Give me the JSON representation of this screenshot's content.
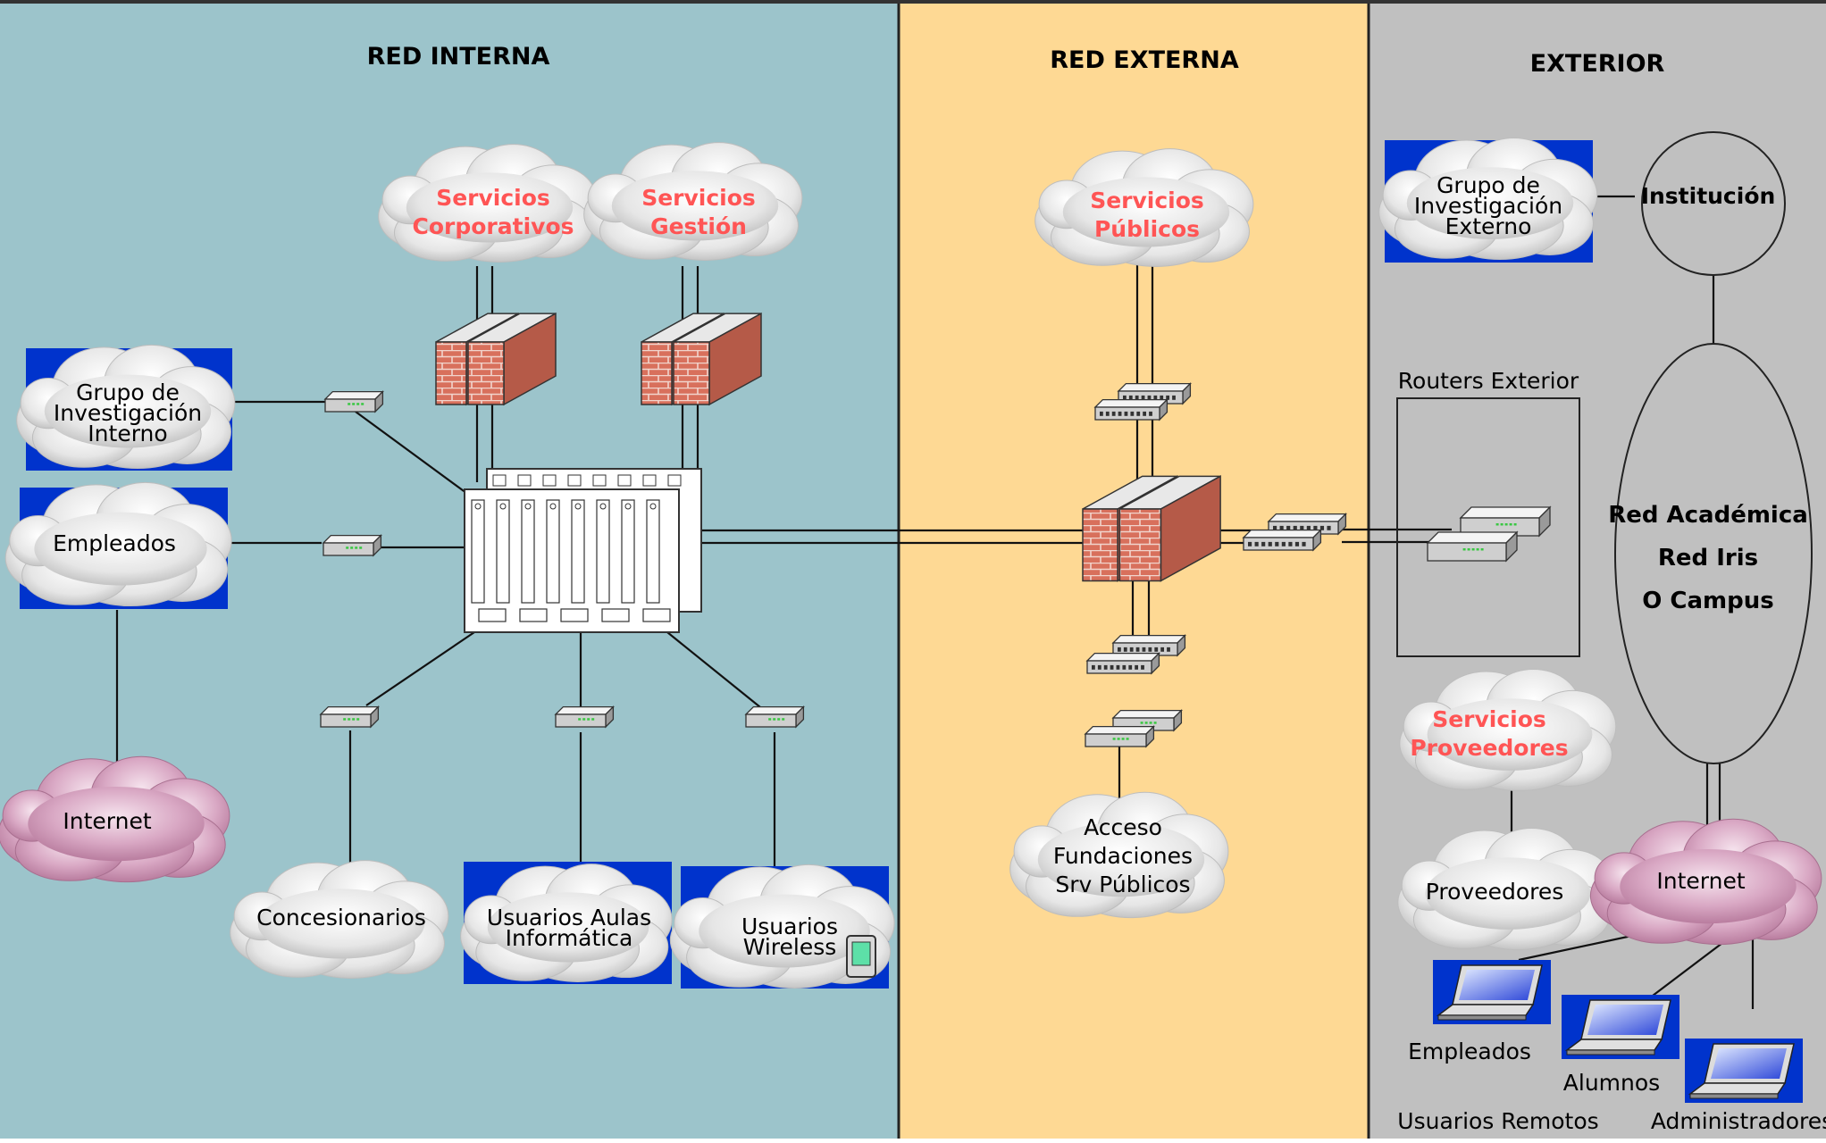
{
  "colors": {
    "internal_bg": "#9cc4cb",
    "external_bg": "#fed994",
    "exterior_bg": "#c0c0c0",
    "blue_box": "#0033cc",
    "red_text": "#ff5555",
    "line": "#111111"
  },
  "zones": {
    "internal": "RED INTERNA",
    "external": "RED EXTERNA",
    "exterior": "EXTERIOR"
  },
  "internal": {
    "svc_corp": [
      "Servicios",
      "Corporativos"
    ],
    "svc_gestion": [
      "Servicios",
      "Gestión"
    ],
    "research": [
      "Grupo de",
      "Investigación",
      "Interno"
    ],
    "employees": [
      "Empleados"
    ],
    "internet": [
      "Internet"
    ],
    "dealers": [
      "Concesionarios"
    ],
    "labs": [
      "Usuarios Aulas",
      "Informática"
    ],
    "wireless": [
      "Usuarios",
      "Wireless"
    ]
  },
  "external": {
    "public_svc": [
      "Servicios",
      "Públicos"
    ],
    "access": [
      "Acceso",
      "Fundaciones",
      "Srv Públicos"
    ]
  },
  "exterior": {
    "research": [
      "Grupo de",
      "Investigación",
      "Externo"
    ],
    "institution": "Institución",
    "routers": "Routers Exterior",
    "academic": [
      "Red Académica",
      "Red Iris",
      "O Campus"
    ],
    "providers_svc": [
      "Servicios",
      "Proveedores"
    ],
    "providers": [
      "Proveedores"
    ],
    "internet": [
      "Internet"
    ],
    "employees": "Empleados",
    "students": "Alumnos",
    "admins": "Administradores",
    "remote": "Usuarios Remotos"
  }
}
